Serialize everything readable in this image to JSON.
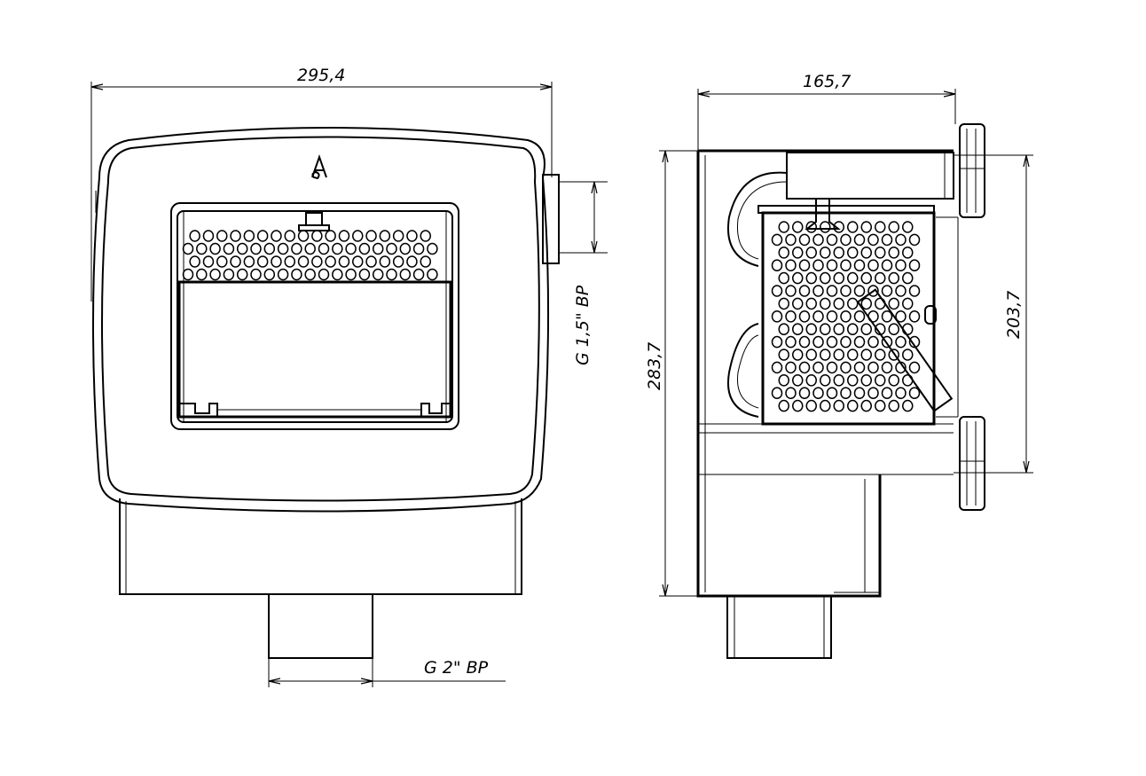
{
  "drawing": {
    "front_view": {
      "width_dimension": "295,4",
      "side_outlet_dimension": "G 1,5\" BP",
      "bottom_outlet_dimension": "G 2\" BP",
      "logo_letter": "A"
    },
    "side_view": {
      "depth_dimension": "165,7",
      "total_height_dimension": "283,7",
      "flange_height_dimension": "203,7"
    }
  },
  "colors": {
    "line": "#000000",
    "background": "#ffffff"
  }
}
